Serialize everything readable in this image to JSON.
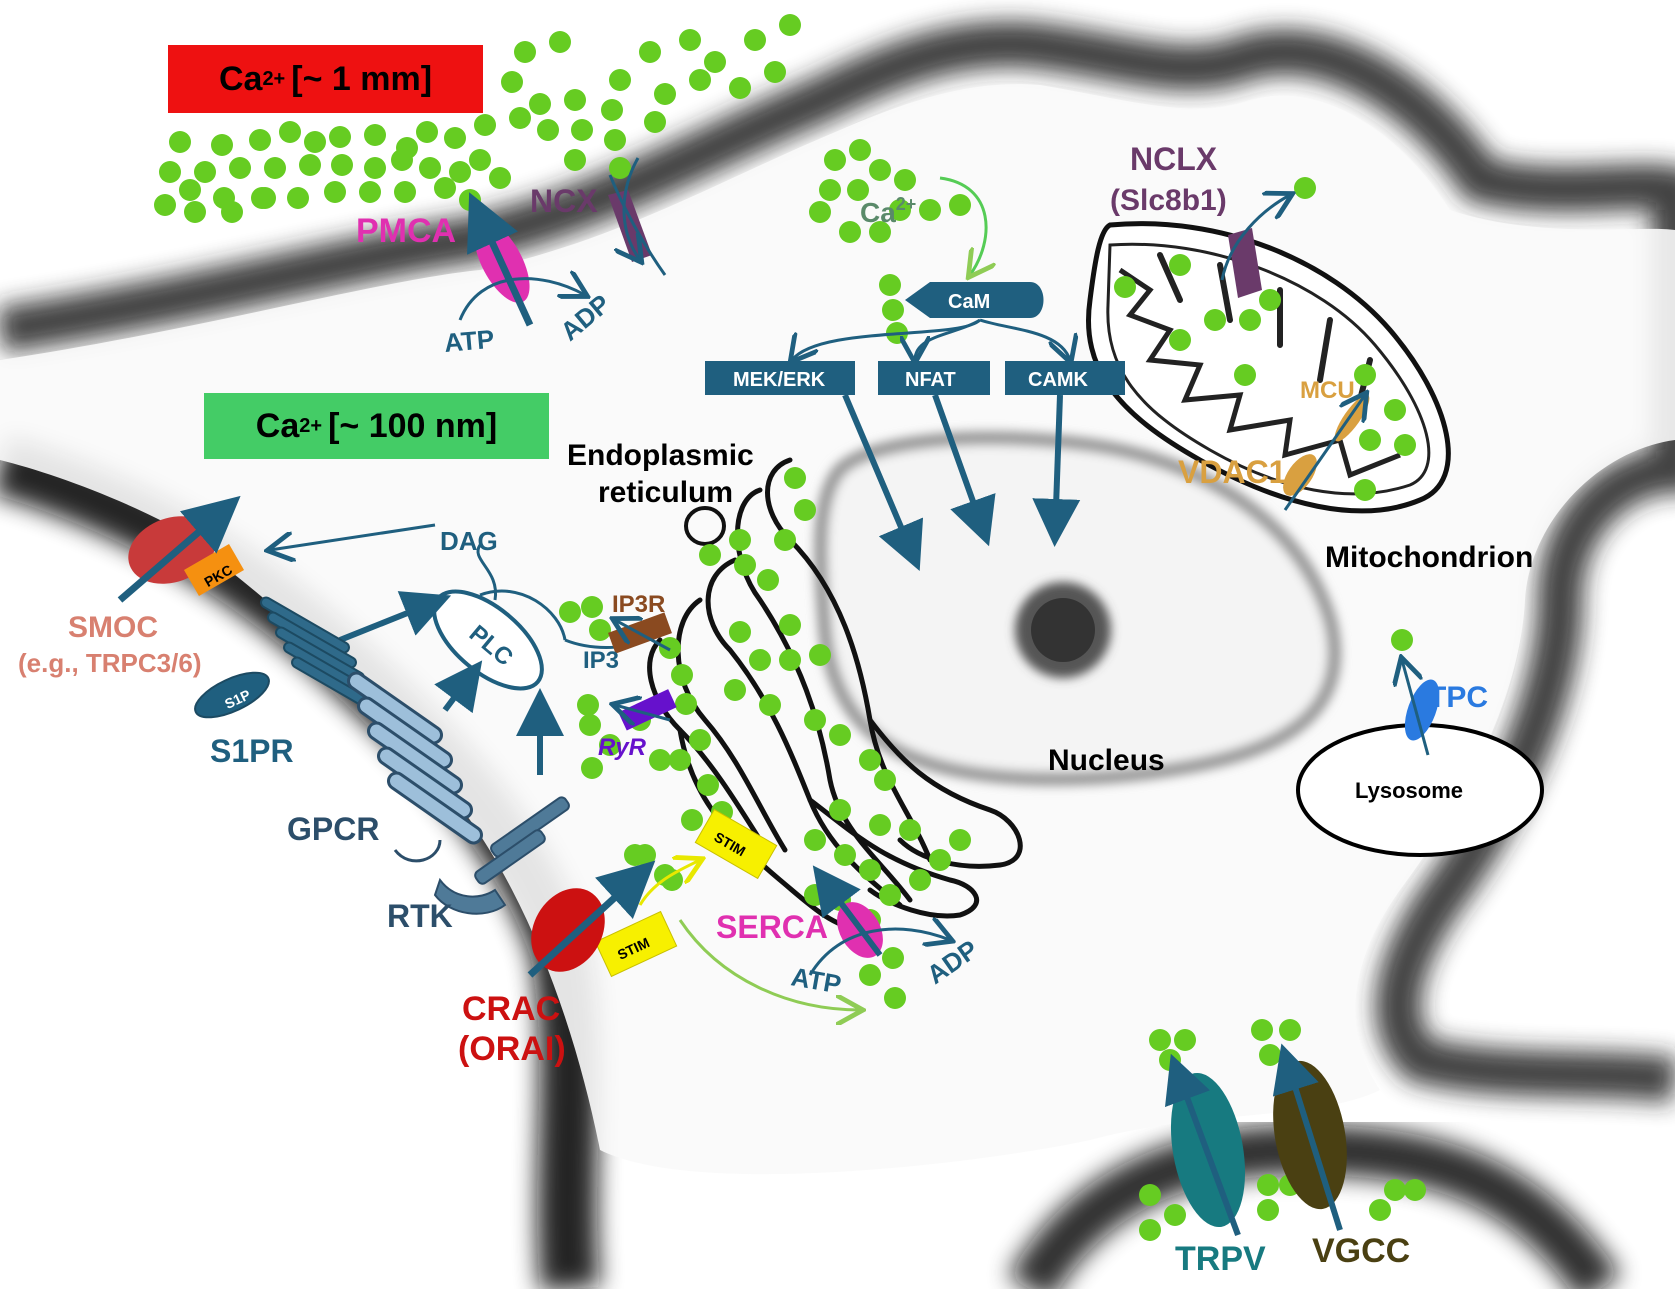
{
  "concentration_boxes": {
    "extracellular": {
      "ion": "Ca",
      "charge": "2+",
      "value": "[~ 1 mm]",
      "color": "#ee1111"
    },
    "intracellular": {
      "ion": "Ca",
      "charge": "2+",
      "value": "[~ 100 nm]",
      "color": "#44cc66"
    }
  },
  "labels": {
    "pmca": "PMCA",
    "ncx": "NCX",
    "atp_top": "ATP",
    "adp_top": "ADP",
    "ca_free": "Ca",
    "ca_free_charge": "2+",
    "cam": "CaM",
    "mek_erk": "MEK/ERK",
    "nfat": "NFAT",
    "camk": "CAMK",
    "nclx": "NCLX",
    "nclx_gene": "(Slc8b1)",
    "mcu": "MCU",
    "vdac1": "VDAC1",
    "mitochondrion": "Mitochondrion",
    "er_line1": "Endoplasmic",
    "er_line2": "reticulum",
    "dag": "DAG",
    "plc": "PLC",
    "ip3": "IP3",
    "ip3r": "IP3R",
    "ryr": "RyR",
    "pkc": "PKC",
    "smoc": "SMOC",
    "smoc_example": "(e.g., TRPC3/6)",
    "s1p": "S1P",
    "s1pr": "S1PR",
    "gpcr": "GPCR",
    "rtk": "RTK",
    "stim": "STIM",
    "stim2": "STIM",
    "serca": "SERCA",
    "atp_er": "ATP",
    "adp_er": "ADP",
    "crac": "CRAC",
    "orai": "(ORAI)",
    "nucleus": "Nucleus",
    "tpc": "TPC",
    "lysosome": "Lysosome",
    "trpv": "TRPV",
    "vgcc": "VGCC"
  },
  "colors": {
    "calcium": "#66cc22",
    "pathway": "#1f5f7f",
    "pmca": "#e030b0",
    "ncx": "#6a3a6a",
    "smoc": "#d88070",
    "crac": "#cc1111",
    "mcu": "#d9a040",
    "tpc": "#2a7ae0",
    "trpv": "#177a80",
    "vgcc": "#4a4012",
    "ryr": "#6611cc",
    "ip3r": "#8a4a20",
    "stim": "#f7f000",
    "pkc": "#f59010"
  }
}
